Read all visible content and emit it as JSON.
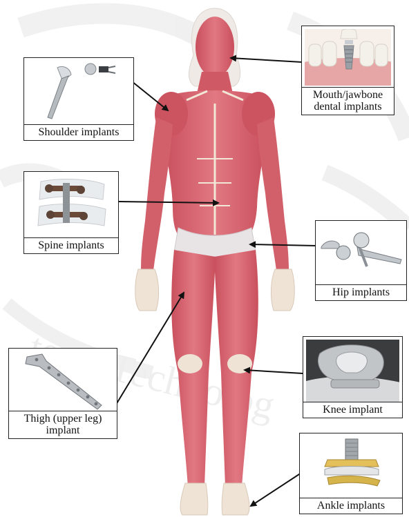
{
  "figure": {
    "watermark_text": "te of Technolog",
    "colors": {
      "muscle": "#d9626e",
      "muscle_dark": "#b9424f",
      "tendon": "#eee1cf",
      "skin_outline": "#e7d7cf",
      "frame": "#222222",
      "metal": "#b9bdc2"
    },
    "callouts": {
      "dental": {
        "label": "Mouth/jawbone\ndental implants",
        "icon": "dental-implant-icon"
      },
      "shoulder": {
        "label": "Shoulder implants",
        "icon": "shoulder-implant-icon"
      },
      "spine": {
        "label": "Spine implants",
        "icon": "spine-implant-icon"
      },
      "hip": {
        "label": "Hip implants",
        "icon": "hip-implant-icon"
      },
      "knee": {
        "label": "Knee implant",
        "icon": "knee-implant-icon"
      },
      "thigh": {
        "label": "Thigh (upper leg)\nimplant",
        "icon": "thigh-plate-icon"
      },
      "ankle": {
        "label": "Ankle implants",
        "icon": "ankle-implant-icon"
      }
    }
  }
}
